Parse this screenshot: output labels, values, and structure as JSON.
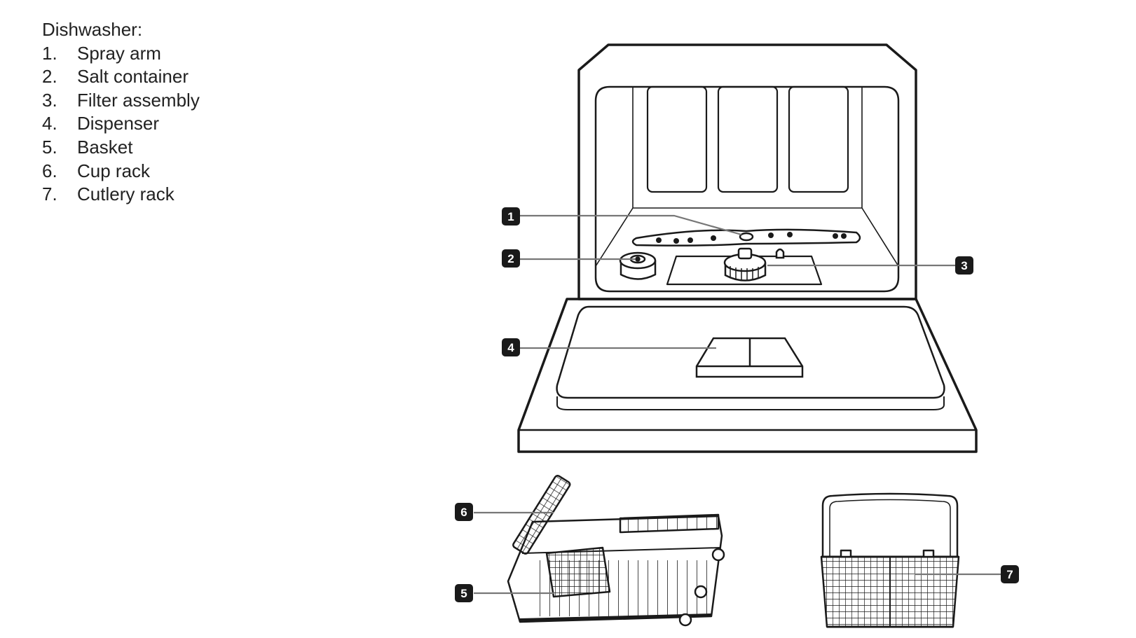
{
  "legend": {
    "title": "Dishwasher:",
    "items": [
      {
        "number": "1.",
        "label": "Spray arm"
      },
      {
        "number": "2.",
        "label": "Salt container"
      },
      {
        "number": "3.",
        "label": "Filter assembly"
      },
      {
        "number": "4.",
        "label": "Dispenser"
      },
      {
        "number": "5.",
        "label": "Basket"
      },
      {
        "number": "6.",
        "label": "Cup rack"
      },
      {
        "number": "7.",
        "label": "Cutlery rack"
      }
    ]
  },
  "callouts": [
    "1",
    "2",
    "3",
    "4",
    "5",
    "6",
    "7"
  ],
  "colors": {
    "line": "#1a1a1a",
    "leader": "#777777",
    "badge": "#1a1a1a"
  }
}
